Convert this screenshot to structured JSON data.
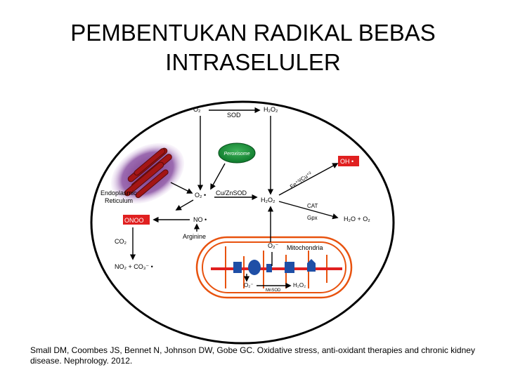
{
  "title": {
    "line1": "PEMBENTUKAN RADIKAL BEBAS",
    "line2": "INTRASELULER"
  },
  "diagram": {
    "labels": {
      "o2_top": "O₂",
      "sod": "SOD",
      "h2o2_top": "H₂O₂",
      "peroxisome": "Peroxisome",
      "oh_radical": "OH •",
      "er_line1": "Endoplasmic",
      "er_line2": "Reticulum",
      "o2_radical": "O₂ •",
      "cuzn_sod": "Cu/ZnSOD",
      "h2o2_mid": "H₂O₂",
      "fe_cu": "Fe⁺³/Cu⁺²",
      "cat": "CAT",
      "gpx": "Gpx",
      "h2o_o2": "H₂O + O₂",
      "onoo": "ONOO",
      "no_radical": "NO •",
      "arginine": "Arginine",
      "co2": "CO₂",
      "no2_co3": "NO₂ + CO₃⁻ •",
      "o2_mito_top": "O₂⁻",
      "mitochondria": "Mitochondria",
      "o2_mito_bottom": "O₂⁻",
      "mnsod": "MnSOD",
      "h2o2_mito": "H₂O₂"
    }
  },
  "citation": "Small DM, Coombes JS, Bennet N, Johnson DW, Gobe GC. Oxidative stress, anti-oxidant therapies and chronic kidney disease. Nephrology. 2012."
}
